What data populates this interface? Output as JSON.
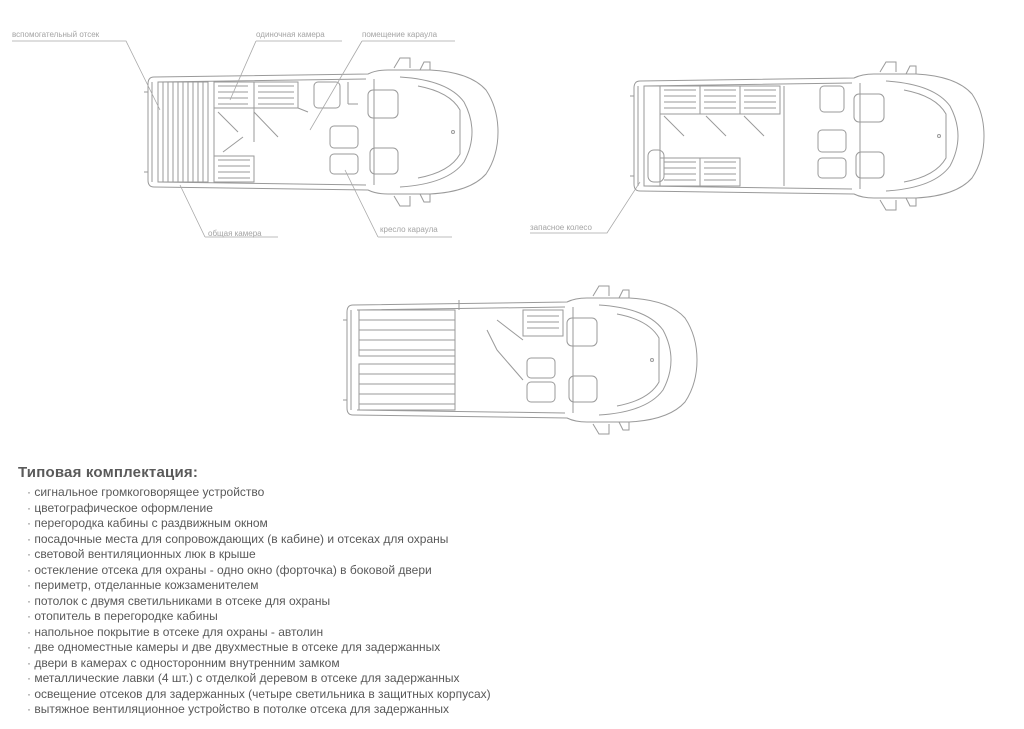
{
  "diagram": {
    "labels": {
      "aux_compartment": "вспомогательный отсек",
      "single_cell": "одиночная камера",
      "guard_room": "помещение караула",
      "common_cell": "общая камера",
      "guard_seat": "кресло караула",
      "spare_wheel": "запасное колесо"
    },
    "views": [
      "variant-1-top-view",
      "variant-2-top-view",
      "variant-3-top-view"
    ]
  },
  "spec": {
    "title": "Типовая комплектация:",
    "items": [
      "сигнальное громкоговорящее устройство",
      "цветографическое оформление",
      "перегородка кабины с раздвижным окном",
      "посадочные места для сопровождающих (в кабине) и отсеках для охраны",
      "световой вентиляционных люк в крыше",
      "остекление отсека для охраны - одно окно (форточка) в боковой двери",
      "периметр, отделанные кожзаменителем",
      "потолок с двумя светильниками в отсеке для охраны",
      "отопитель в перегородке кабины",
      "напольное покрытие в отсеке для охраны - автолин",
      "две одноместные камеры и две двухместные в отсеке для задержанных",
      "двери в камерах с односторонним внутренним замком",
      "металлические лавки (4 шт.) с отделкой деревом в отсеке для задержанных",
      "освещение отсеков для задержанных (четыре светильника в защитных корпусах)",
      "вытяжное вентиляционное устройство в потолке отсека для задержанных"
    ]
  },
  "colors": {
    "line": "#9a9a9a",
    "label": "#a4a4a4",
    "text": "#595959"
  }
}
